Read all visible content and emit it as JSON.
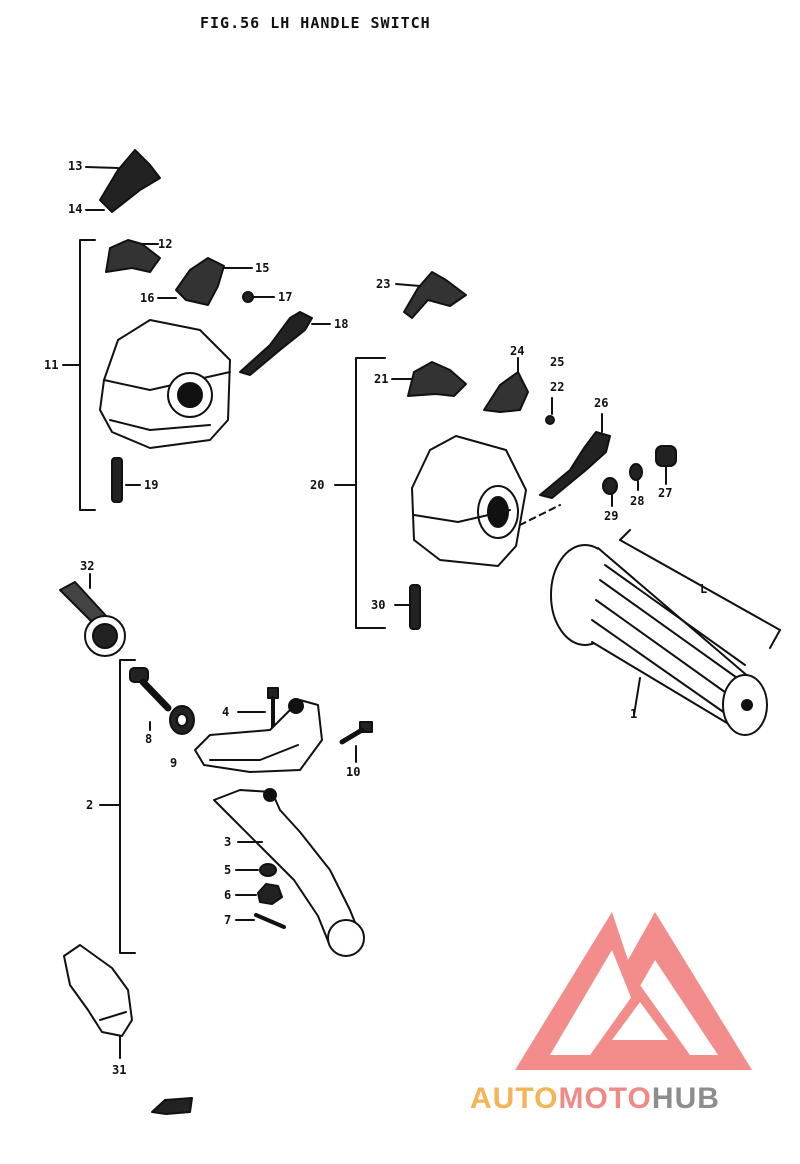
{
  "title": "FIG.56  LH HANDLE SWITCH",
  "labels": {
    "p1": "1",
    "p2": "2",
    "p3": "3",
    "p4": "4",
    "p5": "5",
    "p6": "6",
    "p7": "7",
    "p8": "8",
    "p9": "9",
    "p10": "10",
    "p11": "11",
    "p12": "12",
    "p13": "13",
    "p14": "14",
    "p15": "15",
    "p16": "16",
    "p17": "17",
    "p18": "18",
    "p19": "19",
    "p20": "20",
    "p21": "21",
    "p22": "22",
    "p23": "23",
    "p24": "24",
    "p25": "25",
    "p26": "26",
    "p27": "27",
    "p28": "28",
    "p29": "29",
    "p30": "30",
    "p31": "31",
    "p32": "32",
    "dim_l": "L"
  },
  "watermark": {
    "part1": "AUTO",
    "part2": "MOTO",
    "part3": "HUB"
  },
  "colors": {
    "ink": "#111111",
    "watermark_red": "#f07a78",
    "watermark_orange": "#f5b455",
    "watermark_gray": "#8d8d8d"
  }
}
